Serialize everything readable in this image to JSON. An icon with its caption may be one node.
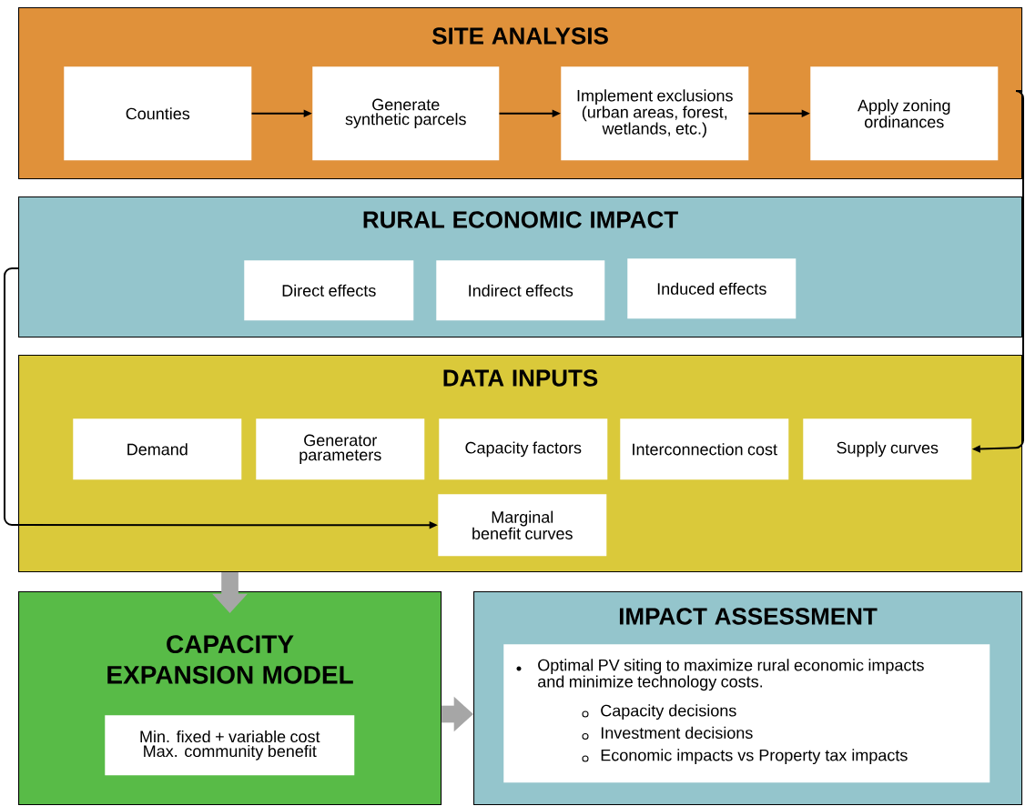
{
  "diagram": {
    "nodes": [
      {
        "text": [
          "SITE ANALYSIS"
        ]
      },
      {
        "text": [
          "Counties"
        ],
        "in": 0
      },
      {
        "text": [
          "Generate synthetic parcels"
        ],
        "in": 0
      },
      {
        "text": [
          "Implement exclusions (urban areas, forest, wetlands, etc.)"
        ],
        "in": 0
      },
      {
        "text": [
          "Apply zoning ordinances"
        ],
        "in": 0
      },
      {
        "text": [
          "RURAL ECONOMIC IMPACT"
        ]
      },
      {
        "text": [
          "Direct effects"
        ],
        "in": 5
      },
      {
        "text": [
          "Indirect effects"
        ],
        "in": 5
      },
      {
        "text": [
          "Induced effects"
        ],
        "in": 5
      },
      {
        "text": [
          "DATA INPUTS"
        ]
      },
      {
        "text": [
          "Demand"
        ],
        "in": 9
      },
      {
        "text": [
          "Generator parameters"
        ],
        "in": 9
      },
      {
        "text": [
          "Capacity factors"
        ],
        "in": 9
      },
      {
        "text": [
          "Interconnection cost"
        ],
        "in": 9
      },
      {
        "text": [
          "Supply curves"
        ],
        "in": 9
      },
      {
        "text": [
          "Marginal benefit curves"
        ],
        "in": 9
      },
      {
        "text": [
          "CAPACITY EXPANSION MODEL"
        ]
      },
      {
        "text": [
          "Min. fixed + variable cost",
          "Max. community benefit"
        ],
        "in": 16
      },
      {
        "text": [
          "IMPACT ASSESSMENT"
        ]
      },
      {
        "text": [
          "Optimal PV siting to maximize rural economic impacts and minimize technology costs.",
          "Capacity decisions",
          "Investment decisions",
          "Economic impacts vs Property tax impacts"
        ],
        "in": 18
      }
    ],
    "edges": [
      {
        "from": 1,
        "to": 2,
        "arrow": "to"
      },
      {
        "from": 2,
        "to": 3,
        "arrow": "to"
      },
      {
        "from": 3,
        "to": 4,
        "arrow": "to"
      },
      {
        "from": 0,
        "to": 14,
        "arrow": "to"
      },
      {
        "from": 5,
        "to": 15,
        "arrow": "to"
      },
      {
        "from": 9,
        "to": 16,
        "arrow": "to",
        "style": "thick",
        "color": "#a6a6a6"
      },
      {
        "from": 16,
        "to": 18,
        "arrow": "to",
        "style": "thick",
        "color": "#a6a6a6"
      }
    ]
  }
}
